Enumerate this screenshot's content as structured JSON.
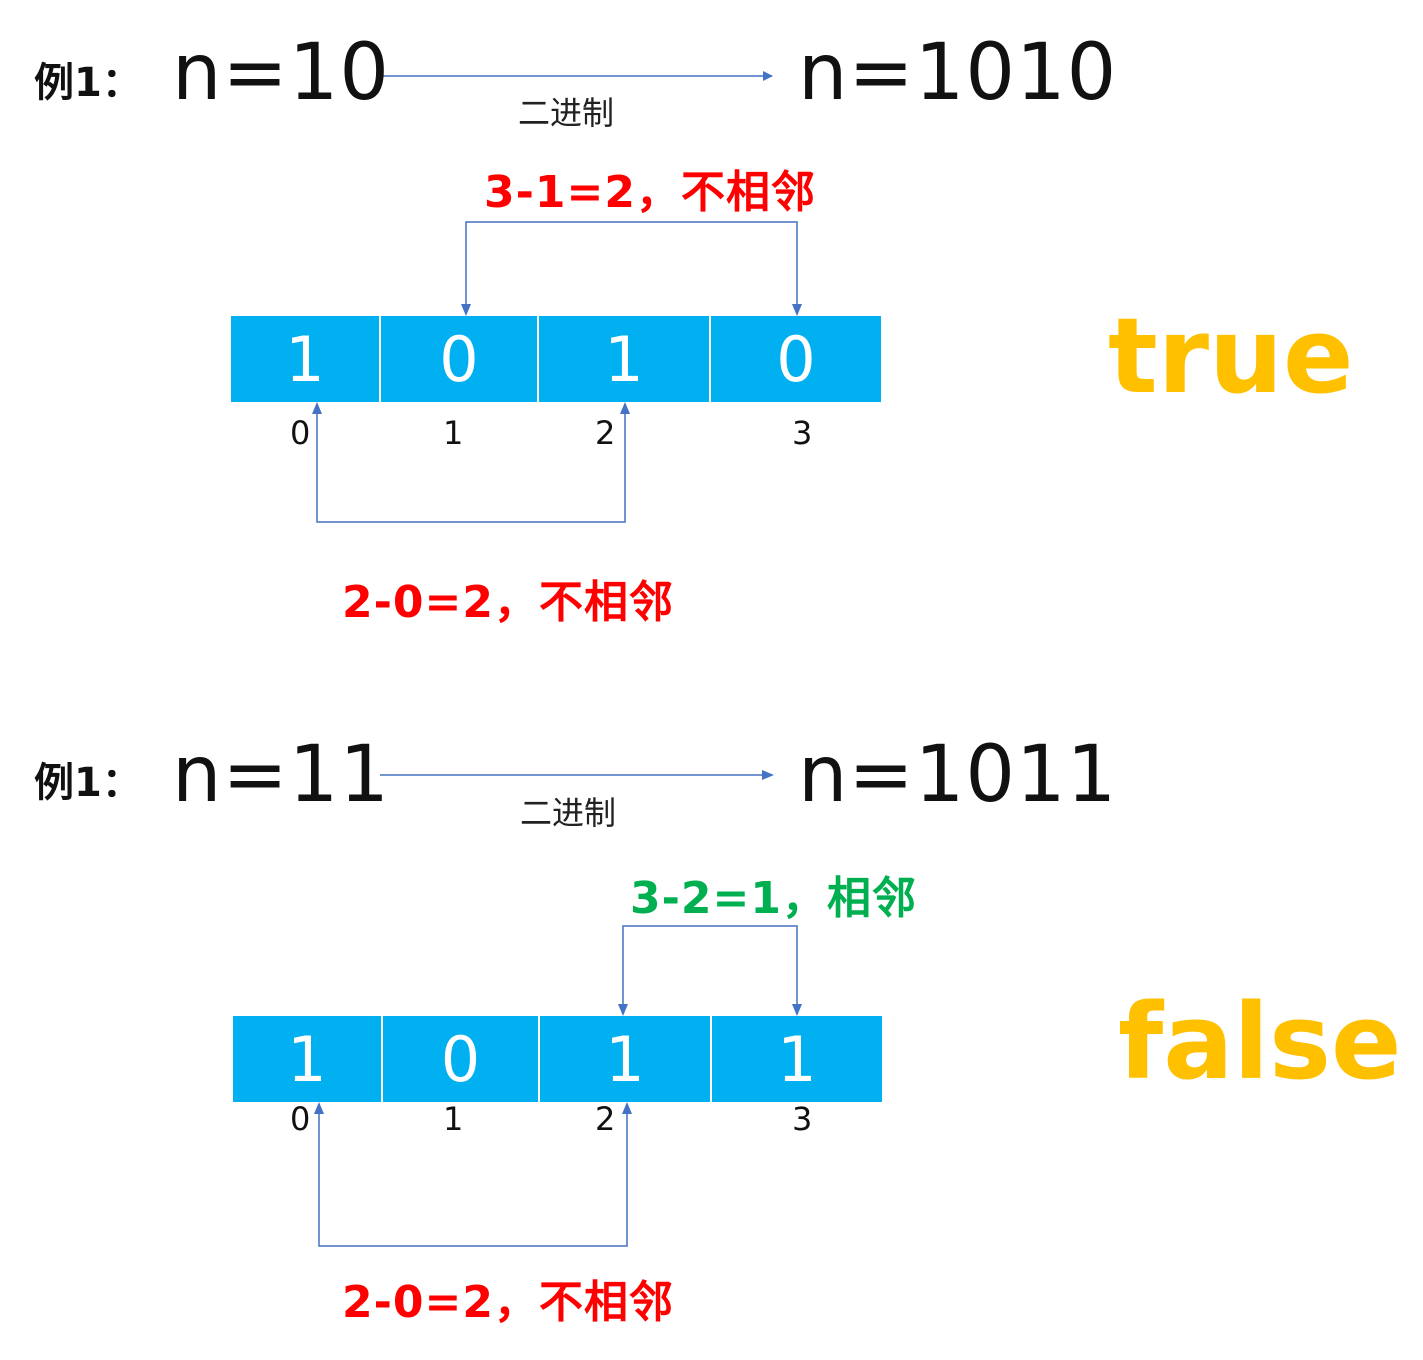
{
  "examples": [
    {
      "label": "例1：",
      "decimal": "n=10",
      "conversion_label": "二进制",
      "binary": "n=1010",
      "bits": [
        "1",
        "0",
        "1",
        "0"
      ],
      "indices": [
        "0",
        "1",
        "2",
        "3"
      ],
      "top_note": {
        "text": "3-1=2，不相邻",
        "color": "#ff0000"
      },
      "bottom_note": {
        "text": "2-0=2，不相邻",
        "color": "#ff0000"
      },
      "verdict": "true"
    },
    {
      "label": "例1：",
      "decimal": "n=11",
      "conversion_label": "二进制",
      "binary": "n=1011",
      "bits": [
        "1",
        "0",
        "1",
        "1"
      ],
      "indices": [
        "0",
        "1",
        "2",
        "3"
      ],
      "top_note": {
        "text": "3-2=1，相邻",
        "color": "#00b050"
      },
      "bottom_note": {
        "text": "2-0=2，不相邻",
        "color": "#ff0000"
      },
      "verdict": "false"
    }
  ],
  "colors": {
    "bit_fill": "#00b0f0",
    "bit_text": "#ffffff",
    "arrow": "#4472c4",
    "verdict": "#ffc000"
  }
}
